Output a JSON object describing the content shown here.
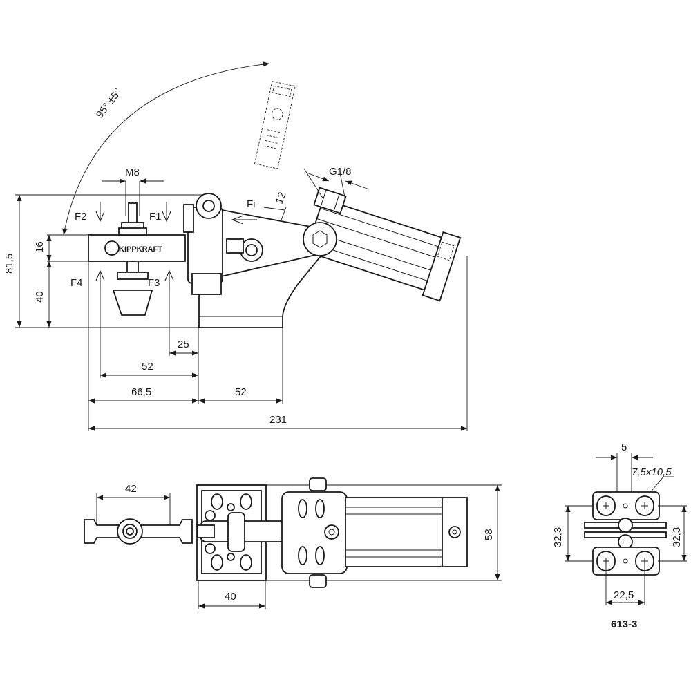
{
  "labels": {
    "angle": "95° ±5°",
    "thread": "M8",
    "port": "G1/8",
    "force_in": "Fi",
    "f1": "F1",
    "f2": "F2",
    "f3": "F3",
    "f4": "F4",
    "brand": "KIPPKRAFT",
    "model": "613-3"
  },
  "dimensions": {
    "total_height": "81,5",
    "arm_height": "16",
    "base_height": "40",
    "port_offset": "12",
    "d25": "25",
    "d52_left": "52",
    "d66_5": "66,5",
    "d52_right": "52",
    "total_length": "231",
    "d42": "42",
    "d58": "58",
    "d40": "40",
    "d5": "5",
    "slot": "7,5x10,5",
    "d32_3_left": "32,3",
    "d32_3_right": "32,3",
    "d22_5": "22,5"
  }
}
